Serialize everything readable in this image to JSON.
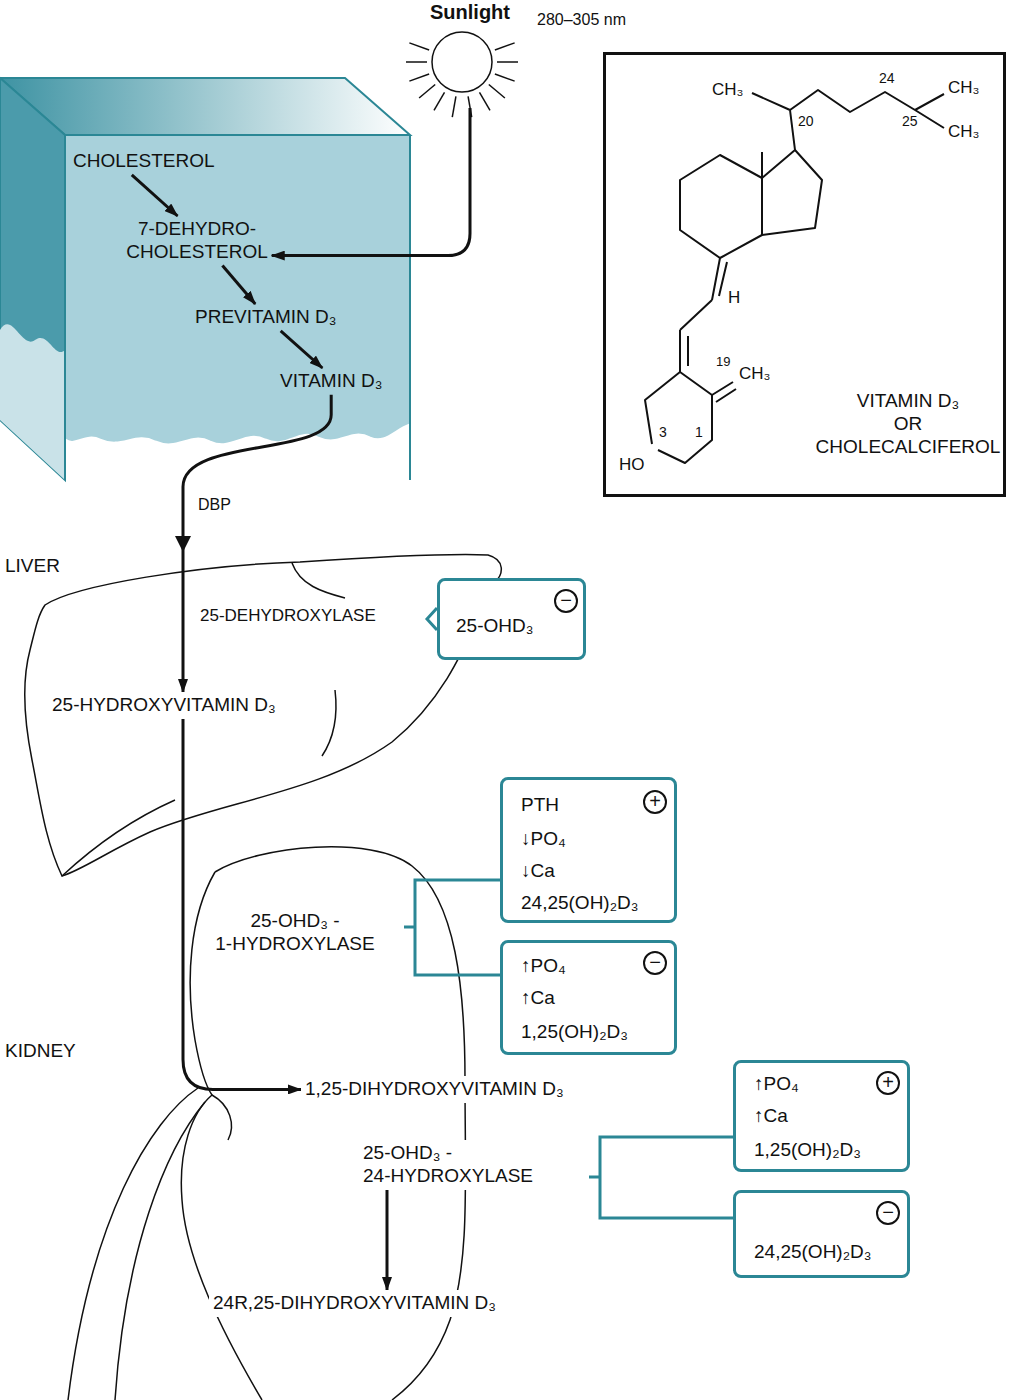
{
  "diagram": {
    "nodes": [
      {
        "text": [
          "Sunlight"
        ]
      },
      {
        "text": [
          "VITAMIN D₃ OR CHOLECALCIFEROL"
        ]
      },
      {
        "text": [
          "CHOLESTEROL"
        ]
      },
      {
        "text": [
          "7-DEHYDRO- CHOLESTEROL"
        ]
      },
      {
        "text": [
          "PREVITAMIN D₃"
        ]
      },
      {
        "text": [
          "VITAMIN D₃"
        ]
      },
      {
        "text": [
          "−",
          "25-OHD₃"
        ]
      },
      {
        "text": [
          "25-HYDROXYVITAMIN D₃"
        ]
      },
      {
        "text": [
          "+",
          "PTH",
          "↓PO₄",
          "↓Ca",
          "24,25(OH)₂D₃"
        ]
      },
      {
        "text": [
          "−",
          "↑PO₄",
          "↑Ca",
          "1,25(OH)₂D₃"
        ]
      },
      {
        "text": [
          "1,25-DIHYDROXYVITAMIN D₃"
        ]
      },
      {
        "text": [
          "25-OHD₃ - 24-HYDROXYLASE"
        ]
      },
      {
        "text": [
          "+",
          "↑PO₄",
          "↑Ca",
          "1,25(OH)₂D₃"
        ]
      },
      {
        "text": [
          "−",
          "24,25(OH)₂D₃"
        ]
      },
      {
        "text": [
          "24R,25-DIHYDROXYVITAMIN D₃"
        ]
      }
    ],
    "edges": [
      {
        "from": 0,
        "to": 3,
        "arrow": "to"
      },
      {
        "from": 2,
        "to": 3,
        "arrow": "to"
      },
      {
        "from": 3,
        "to": 4,
        "arrow": "to"
      },
      {
        "from": 4,
        "to": 5,
        "arrow": "to"
      },
      {
        "from": 5,
        "to": 7,
        "arrow": "to",
        "label": "25-DEHYDROXYLASE"
      },
      {
        "from": 7,
        "to": 10,
        "arrow": "to",
        "label": "25-OHD₃ - 1-HYDROXYLASE"
      },
      {
        "from": 11,
        "to": 14,
        "arrow": "to"
      }
    ],
    "labels": [
      "280–305 nm",
      "DBP",
      "LIVER",
      "KIDNEY",
      "CH₃",
      "20",
      "24",
      "25",
      "CH₃",
      "CH₃",
      "H",
      "19",
      "CH₃",
      "3",
      "1",
      "HO"
    ]
  }
}
